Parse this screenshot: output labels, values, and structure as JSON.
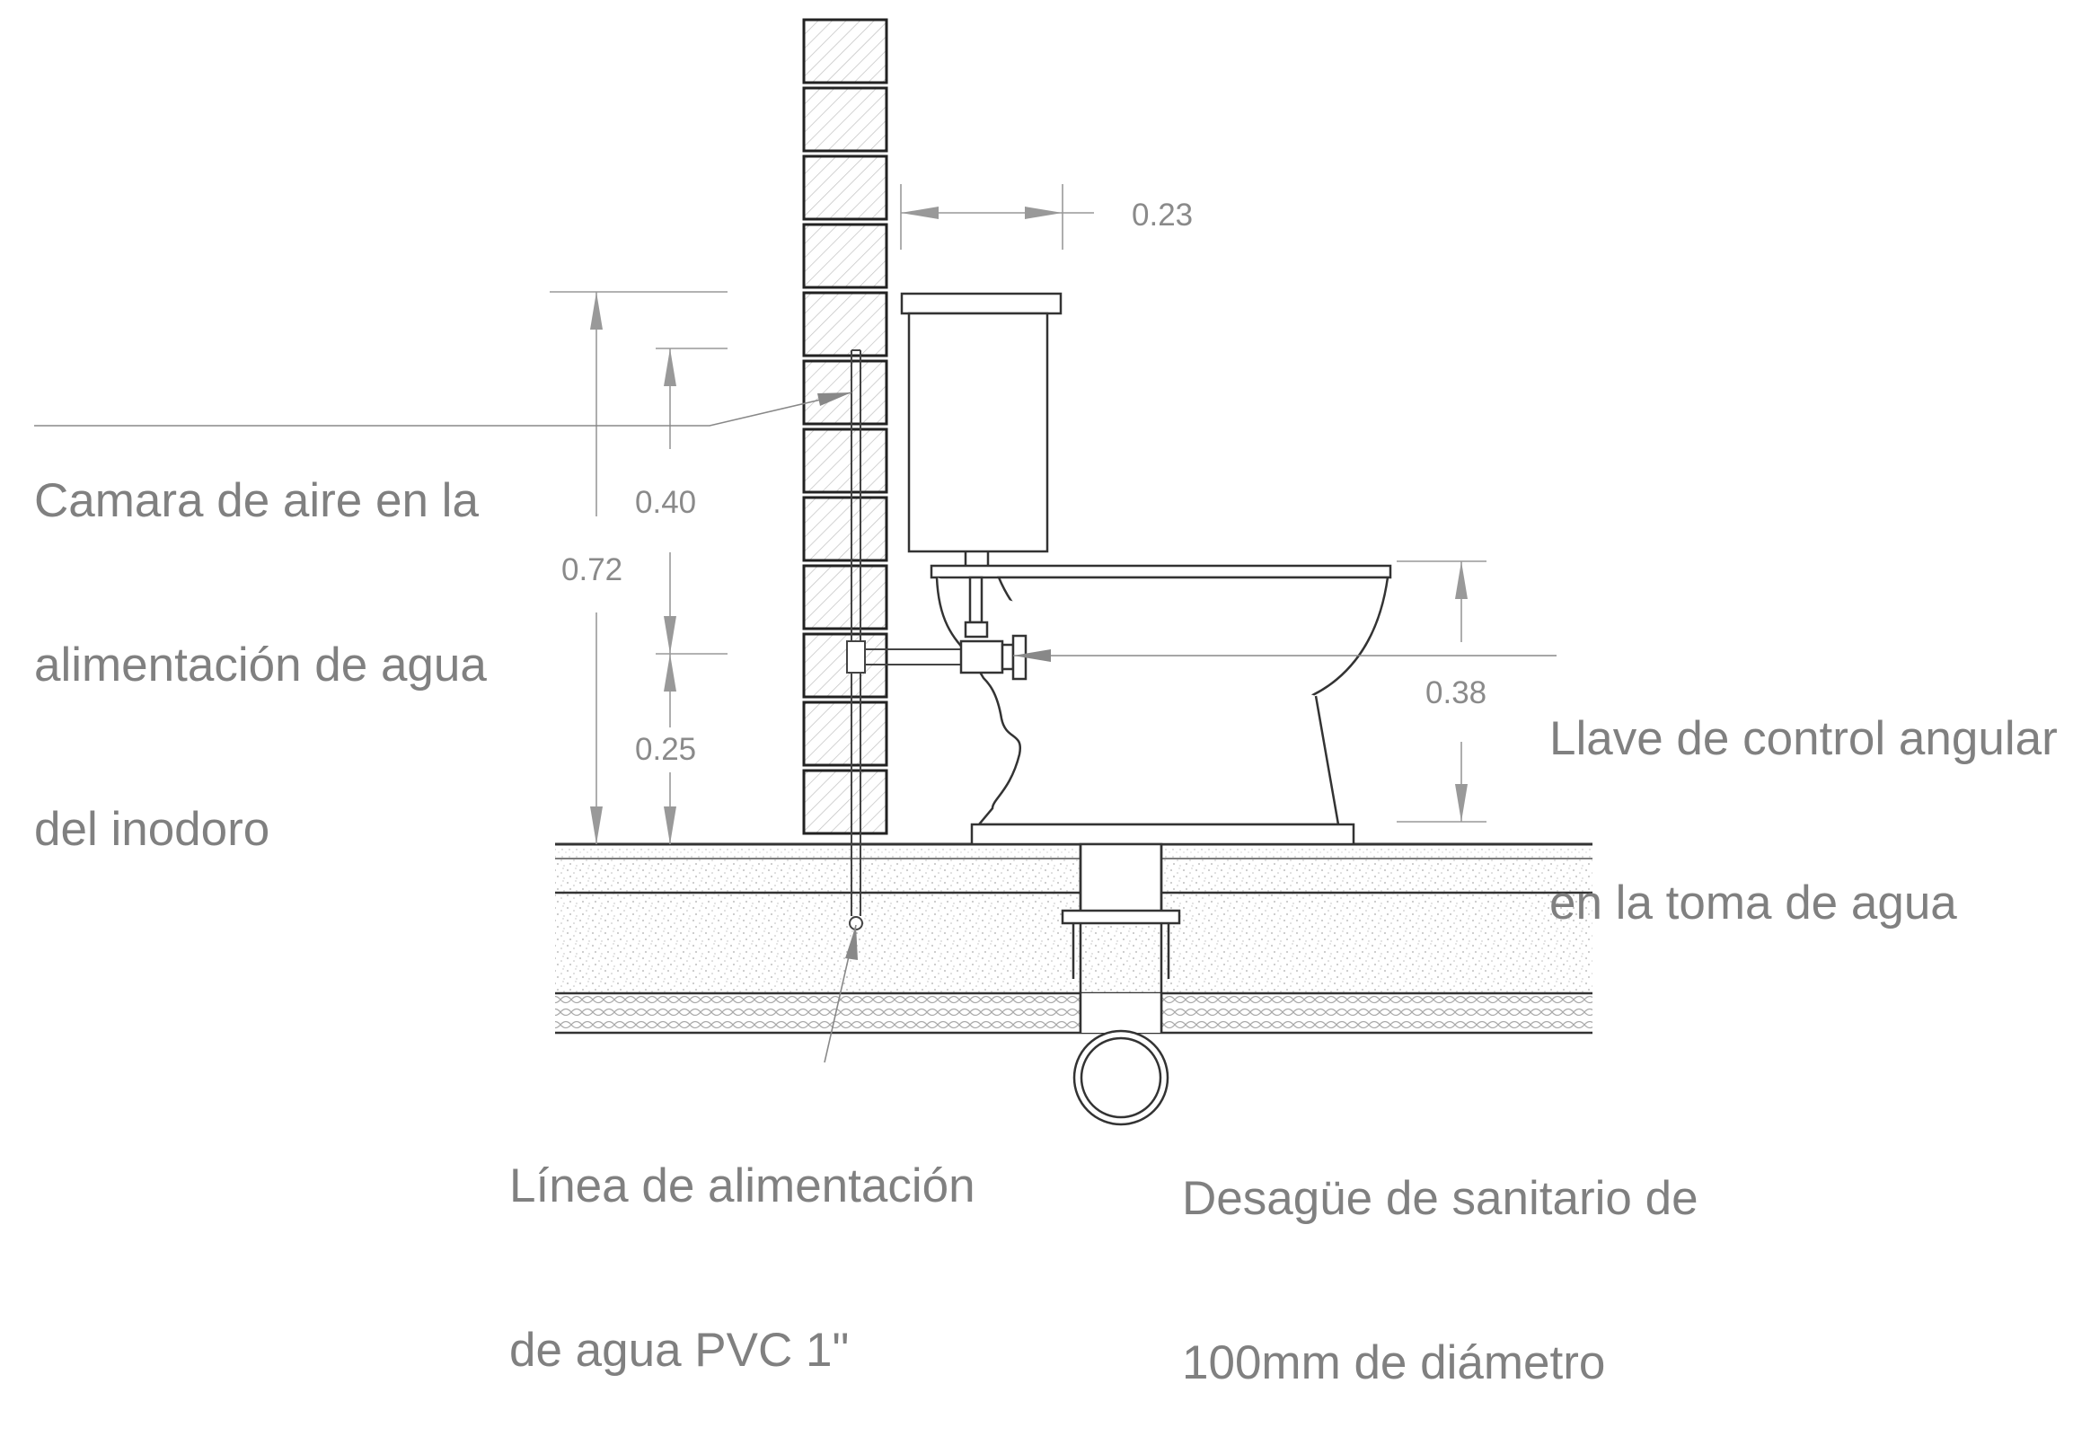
{
  "labels": {
    "air_chamber": [
      "Camara de aire en la",
      "alimentación de agua",
      "del inodoro"
    ],
    "angle_valve": [
      "Llave de control angular",
      "en la toma de agua"
    ],
    "supply_line": [
      "Línea de alimentación",
      "de agua PVC 1\""
    ],
    "drain": [
      "Desagüe de sanitario de",
      "100mm de diámetro"
    ]
  },
  "dimensions": {
    "wall_to_tank": "0.23",
    "air_chamber_height": "0.40",
    "total_height": "0.72",
    "valve_height": "0.25",
    "bowl_height": "0.38"
  },
  "colors": {
    "line": "#333333",
    "dim_line": "#999999",
    "fill_hatch": "#bbbbbb",
    "text": "#808080"
  }
}
